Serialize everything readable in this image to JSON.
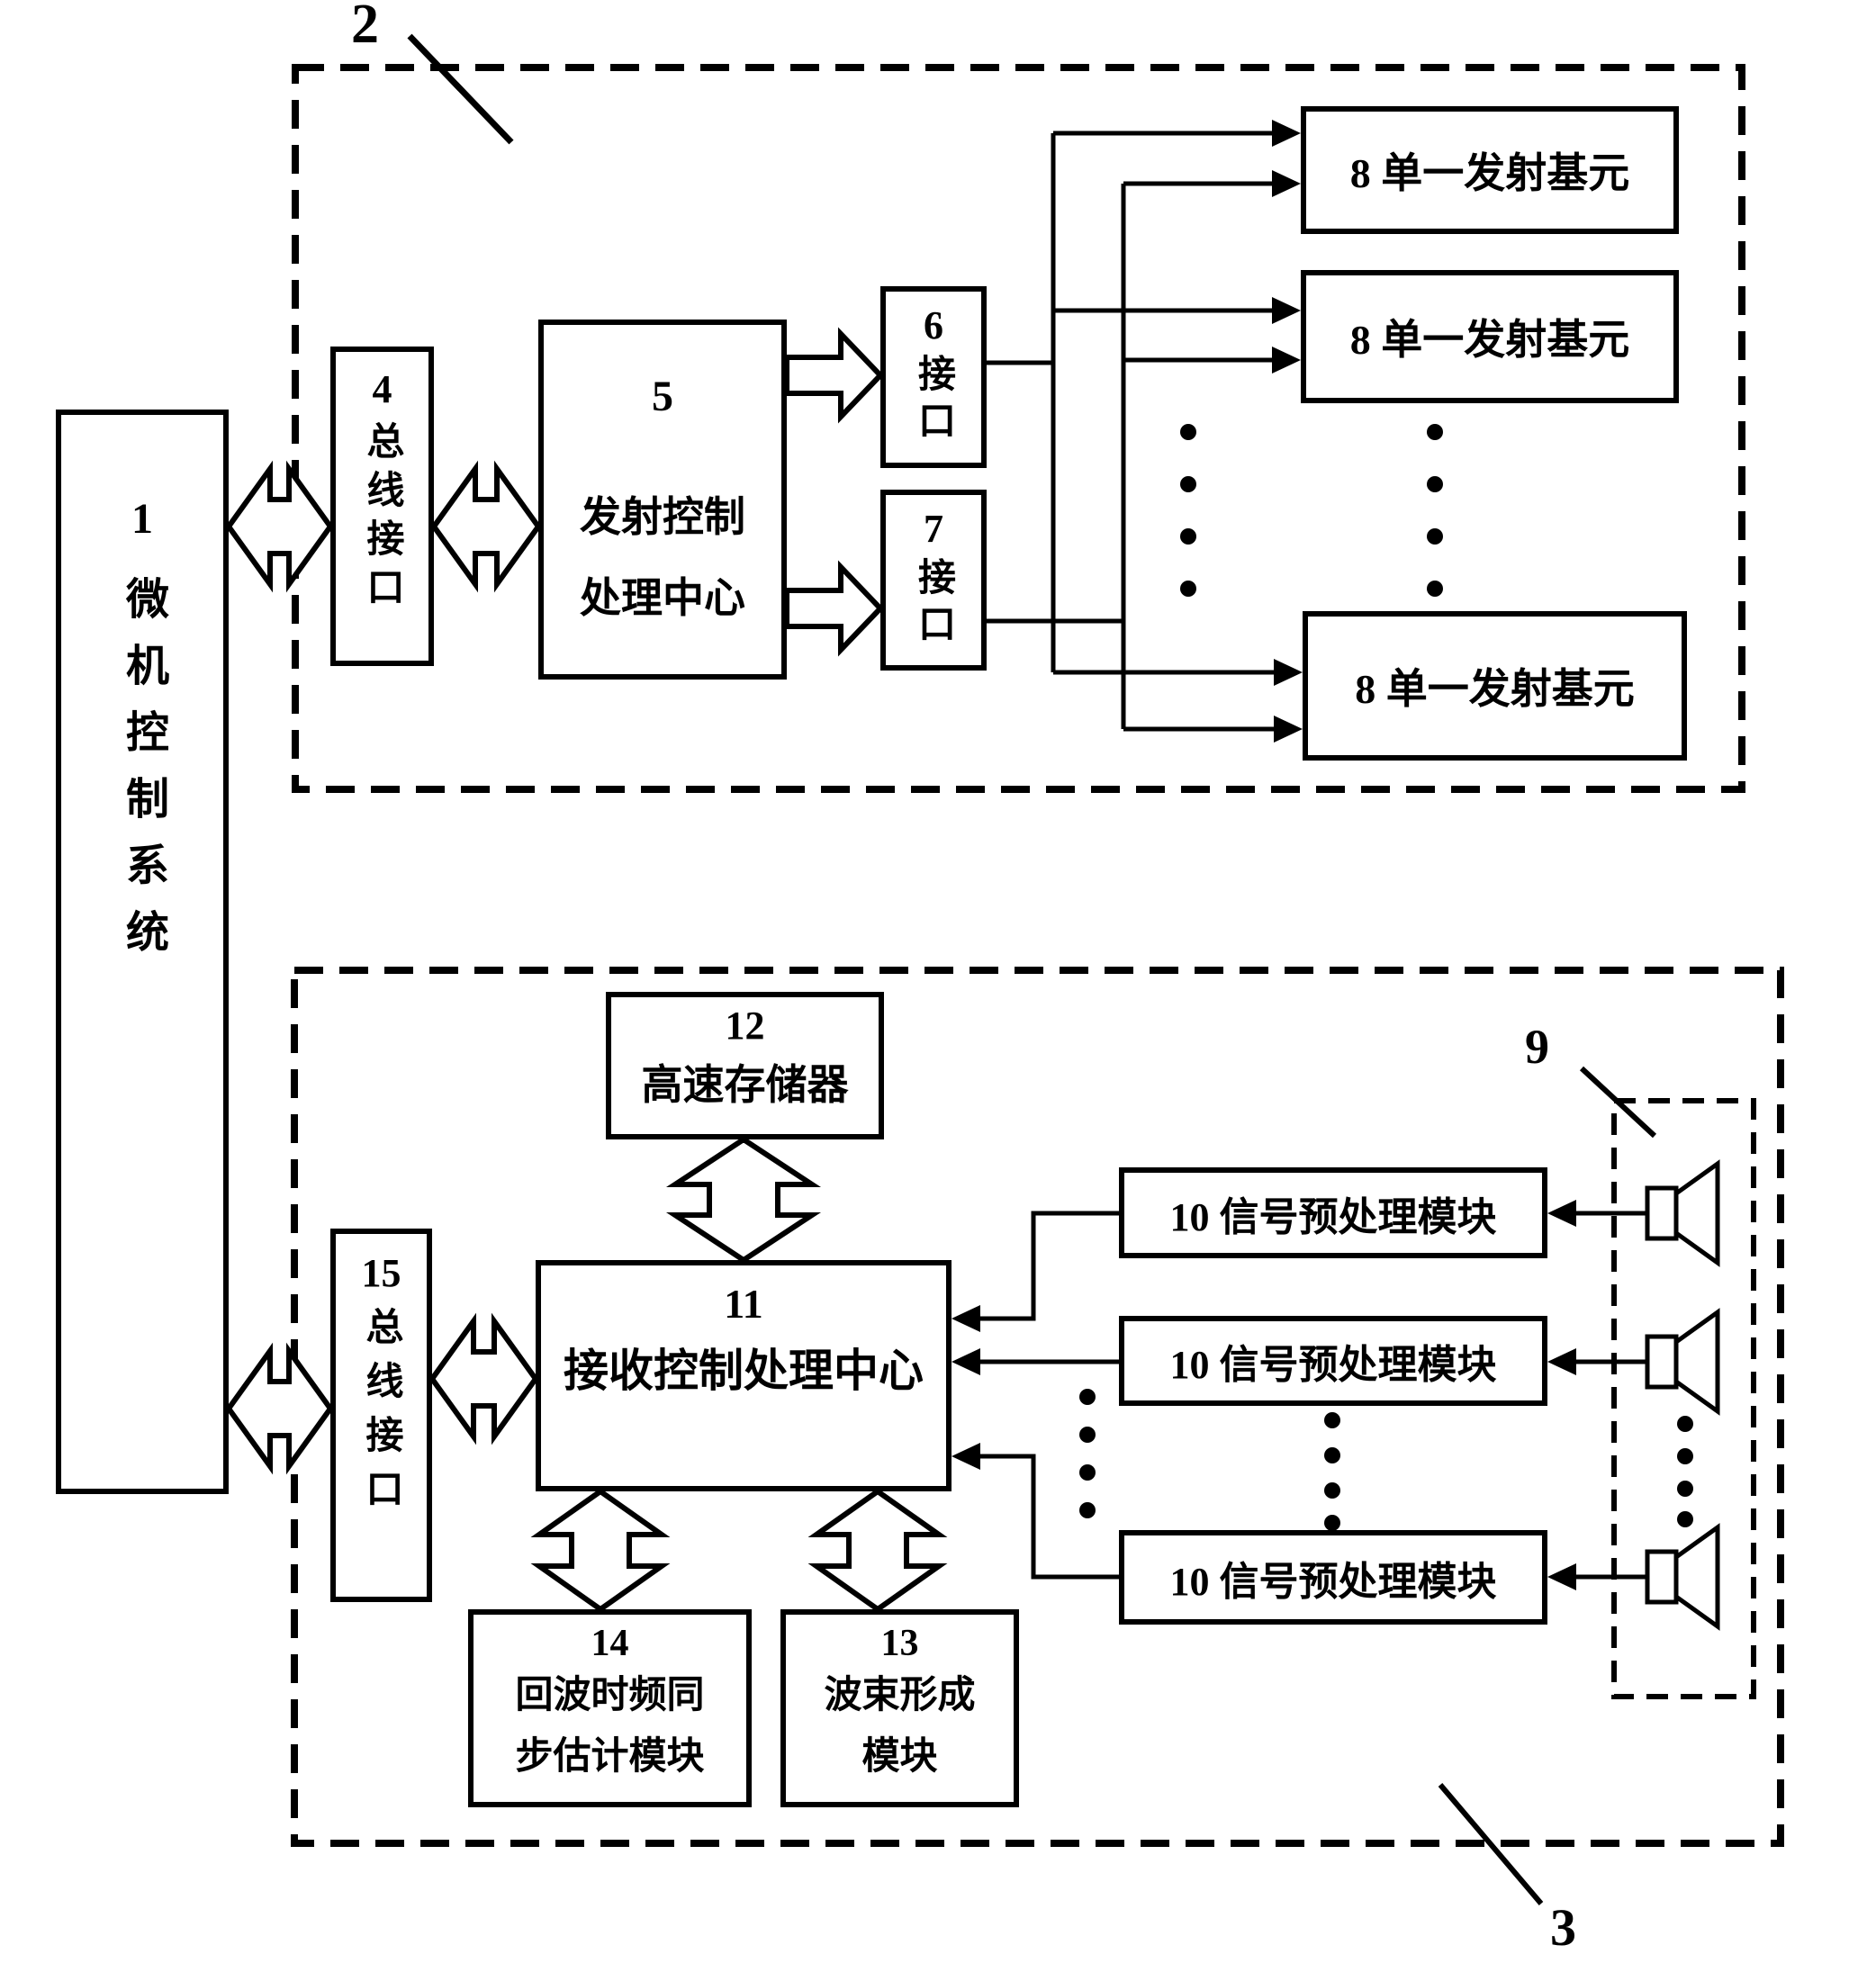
{
  "figure": {
    "region_labels": {
      "transmit_subsystem": "2",
      "receive_subsystem": "3",
      "receive_array": "9"
    },
    "blocks": {
      "control_system": {
        "number": "1",
        "name": "微机控制系统"
      },
      "tx_bus_interface": {
        "number": "4",
        "name": "总线接口"
      },
      "tx_control_center": {
        "number": "5",
        "name_line1": "发射控制",
        "name_line2": "处理中心"
      },
      "interface6": {
        "number": "6",
        "name": "接口"
      },
      "interface7": {
        "number": "7",
        "name": "接口"
      },
      "tx_element": {
        "label": "8 单一发射基元"
      },
      "signal_preprocess": {
        "label": "10 信号预处理模块"
      },
      "rx_control_center": {
        "number": "11",
        "name": "接收控制处理中心"
      },
      "memory": {
        "number": "12",
        "name": "高速存储器"
      },
      "beamforming": {
        "number": "13",
        "name_line1": "波束形成",
        "name_line2": "模块"
      },
      "echo_sync": {
        "number": "14",
        "name_line1": "回波时频同",
        "name_line2": "步估计模块"
      },
      "rx_bus_interface": {
        "number": "15",
        "name": "总线接口"
      }
    }
  }
}
